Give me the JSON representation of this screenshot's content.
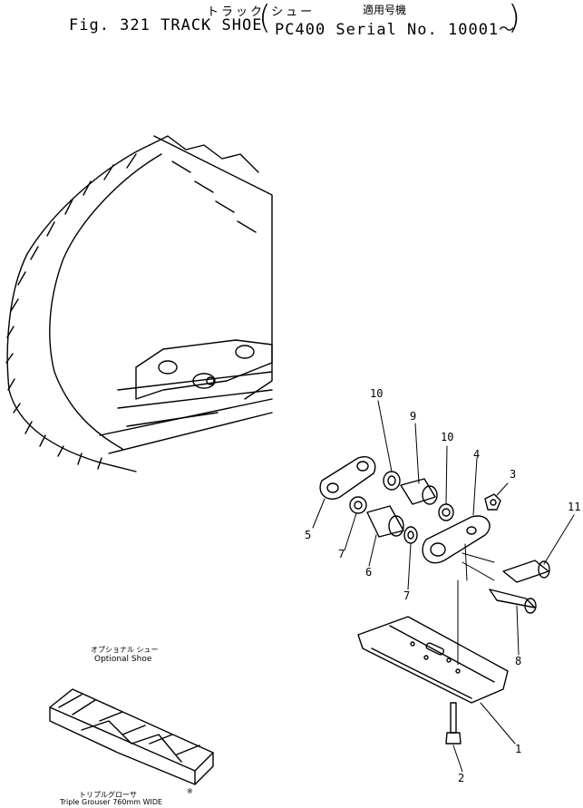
{
  "title": {
    "jp": "トラック シュー",
    "main": "Fig. 321 TRACK SHOE",
    "applicable_jp": "適用号機",
    "serial": "PC400 Serial No. 10001～"
  },
  "callouts": [
    {
      "id": "1",
      "label": "1"
    },
    {
      "id": "2",
      "label": "2"
    },
    {
      "id": "3",
      "label": "3"
    },
    {
      "id": "4",
      "label": "4"
    },
    {
      "id": "5",
      "label": "5"
    },
    {
      "id": "6",
      "label": "6"
    },
    {
      "id": "7a",
      "label": "7"
    },
    {
      "id": "7b",
      "label": "7"
    },
    {
      "id": "8",
      "label": "8"
    },
    {
      "id": "9",
      "label": "9"
    },
    {
      "id": "10a",
      "label": "10"
    },
    {
      "id": "10b",
      "label": "10"
    },
    {
      "id": "11",
      "label": "11"
    }
  ],
  "notes": {
    "optional_jp": "オプショナル シュー",
    "optional_en": "Optional Shoe",
    "triple_jp": "トリプルグローサ",
    "triple_en": "Triple Grouser 760mm WIDE",
    "marker": "※"
  }
}
